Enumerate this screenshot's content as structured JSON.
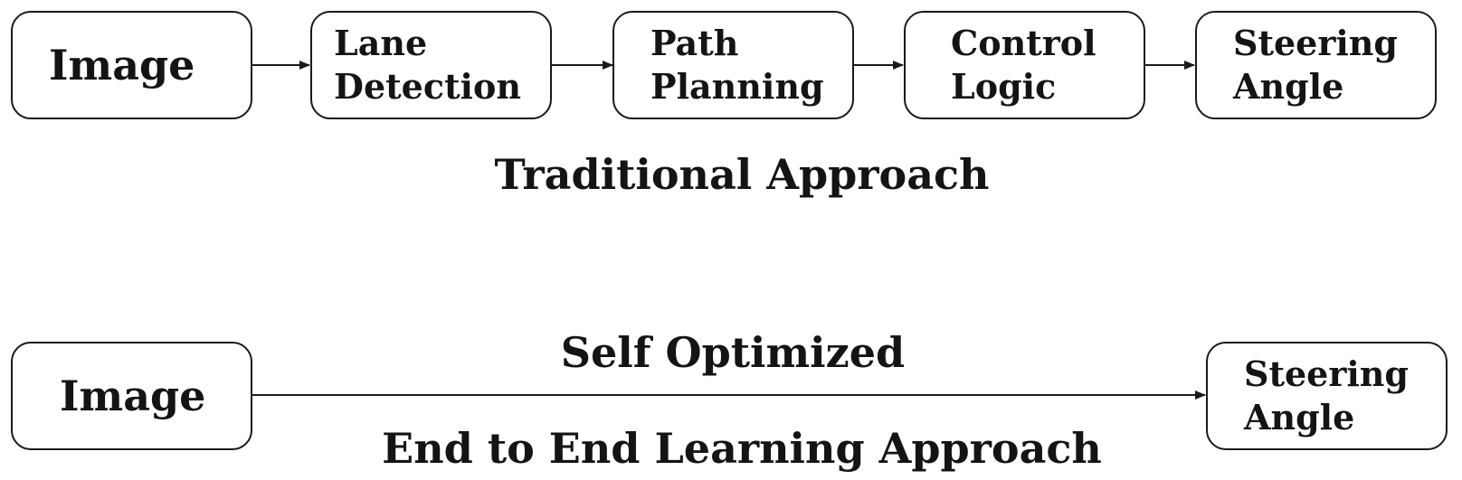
{
  "traditional": {
    "steps": [
      {
        "line1": "Image",
        "line2": ""
      },
      {
        "line1": "Lane",
        "line2": "Detection"
      },
      {
        "line1": "Path",
        "line2": "Planning"
      },
      {
        "line1": "Control",
        "line2": "Logic"
      },
      {
        "line1": "Steering",
        "line2": "Angle"
      }
    ],
    "caption": "Traditional Approach"
  },
  "end_to_end": {
    "input": {
      "line1": "Image"
    },
    "output": {
      "line1": "Steering",
      "line2": "Angle"
    },
    "arrow_label": "Self Optimized",
    "caption": "End to End Learning Approach"
  }
}
